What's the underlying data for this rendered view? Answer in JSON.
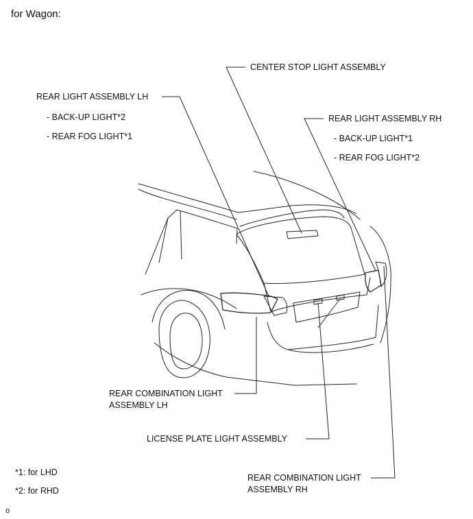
{
  "title": "for Wagon:",
  "labels": {
    "center_stop": "CENTER STOP LIGHT ASSEMBLY",
    "rear_light_lh": "REAR LIGHT ASSEMBLY LH",
    "lh_backup": "- BACK-UP LIGHT*2",
    "lh_fog": "- REAR FOG LIGHT*1",
    "rear_light_rh": "REAR LIGHT ASSEMBLY RH",
    "rh_backup": "- BACK-UP LIGHT*1",
    "rh_fog": "- REAR FOG LIGHT*2",
    "rear_comb_lh_line1": "REAR COMBINATION LIGHT",
    "rear_comb_lh_line2": "ASSEMBLY LH",
    "license_plate": "LICENSE PLATE LIGHT ASSEMBLY",
    "rear_comb_rh_line1": "REAR COMBINATION LIGHT",
    "rear_comb_rh_line2": "ASSEMBLY RH"
  },
  "notes": {
    "lhd": "*1: for LHD",
    "rhd": "*2: for RHD"
  },
  "figure_code": "o"
}
